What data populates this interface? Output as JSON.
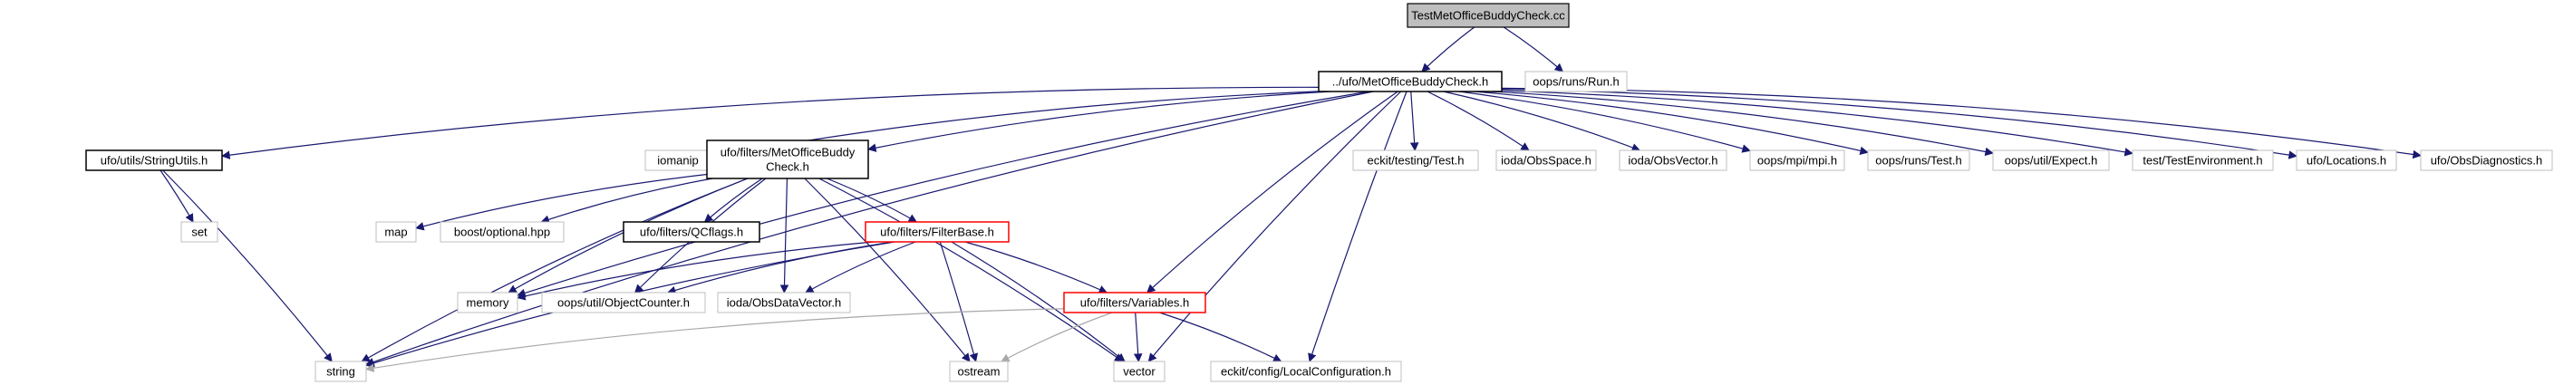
{
  "diagram": {
    "type": "include-dependency-graph",
    "colors": {
      "root_fill": "#bfbfbf",
      "documented_border": "#000000",
      "undocumented_border": "#bfbfbf",
      "truncated_border": "#ff0000",
      "edge": "#191970",
      "edge_muted": "#a9a9a9"
    },
    "nodes": [
      {
        "id": "root",
        "label": "TestMetOfficeBuddyCheck.cc",
        "kind": "root"
      },
      {
        "id": "buddyh",
        "label": "../ufo/MetOfficeBuddyCheck.h",
        "kind": "documented"
      },
      {
        "id": "oopsrun",
        "label": "oops/runs/Run.h",
        "kind": "external"
      },
      {
        "id": "iomanip",
        "label": "iomanip",
        "kind": "external"
      },
      {
        "id": "strutils",
        "label": "ufo/utils/StringUtils.h",
        "kind": "documented"
      },
      {
        "id": "filtersbuddy",
        "label": "ufo/filters/MetOfficeBuddy\nCheck.h",
        "kind": "documented"
      },
      {
        "id": "eckittest",
        "label": "eckit/testing/Test.h",
        "kind": "external"
      },
      {
        "id": "obsspace",
        "label": "ioda/ObsSpace.h",
        "kind": "external"
      },
      {
        "id": "obsvector",
        "label": "ioda/ObsVector.h",
        "kind": "external"
      },
      {
        "id": "mpi",
        "label": "oops/mpi/mpi.h",
        "kind": "external"
      },
      {
        "id": "runstest",
        "label": "oops/runs/Test.h",
        "kind": "external"
      },
      {
        "id": "expect",
        "label": "oops/util/Expect.h",
        "kind": "external"
      },
      {
        "id": "testenv",
        "label": "test/TestEnvironment.h",
        "kind": "external"
      },
      {
        "id": "locations",
        "label": "ufo/Locations.h",
        "kind": "external"
      },
      {
        "id": "obsdiag",
        "label": "ufo/ObsDiagnostics.h",
        "kind": "external"
      },
      {
        "id": "set",
        "label": "set",
        "kind": "external"
      },
      {
        "id": "map",
        "label": "map",
        "kind": "external"
      },
      {
        "id": "boostopt",
        "label": "boost/optional.hpp",
        "kind": "external"
      },
      {
        "id": "qcflags",
        "label": "ufo/filters/QCflags.h",
        "kind": "documented"
      },
      {
        "id": "filterbase",
        "label": "ufo/filters/FilterBase.h",
        "kind": "truncated"
      },
      {
        "id": "memory",
        "label": "memory",
        "kind": "external"
      },
      {
        "id": "objcounter",
        "label": "oops/util/ObjectCounter.h",
        "kind": "external"
      },
      {
        "id": "obsdatavec",
        "label": "ioda/ObsDataVector.h",
        "kind": "external"
      },
      {
        "id": "variables",
        "label": "ufo/filters/Variables.h",
        "kind": "truncated"
      },
      {
        "id": "string",
        "label": "string",
        "kind": "external"
      },
      {
        "id": "ostream",
        "label": "ostream",
        "kind": "external"
      },
      {
        "id": "vector",
        "label": "vector",
        "kind": "external"
      },
      {
        "id": "localconf",
        "label": "eckit/config/LocalConfiguration.h",
        "kind": "external"
      }
    ],
    "edges": [
      [
        "root",
        "buddyh"
      ],
      [
        "root",
        "oopsrun"
      ],
      [
        "buddyh",
        "iomanip"
      ],
      [
        "buddyh",
        "strutils"
      ],
      [
        "buddyh",
        "filtersbuddy"
      ],
      [
        "buddyh",
        "eckittest"
      ],
      [
        "buddyh",
        "obsspace"
      ],
      [
        "buddyh",
        "obsvector"
      ],
      [
        "buddyh",
        "mpi"
      ],
      [
        "buddyh",
        "runstest"
      ],
      [
        "buddyh",
        "expect"
      ],
      [
        "buddyh",
        "testenv"
      ],
      [
        "buddyh",
        "locations"
      ],
      [
        "buddyh",
        "obsdiag"
      ],
      [
        "buddyh",
        "string"
      ],
      [
        "buddyh",
        "memory"
      ],
      [
        "buddyh",
        "variables"
      ],
      [
        "buddyh",
        "vector"
      ],
      [
        "buddyh",
        "localconf"
      ],
      [
        "strutils",
        "set"
      ],
      [
        "strutils",
        "string"
      ],
      [
        "filtersbuddy",
        "map"
      ],
      [
        "filtersbuddy",
        "boostopt"
      ],
      [
        "filtersbuddy",
        "qcflags"
      ],
      [
        "filtersbuddy",
        "filterbase"
      ],
      [
        "filtersbuddy",
        "memory"
      ],
      [
        "filtersbuddy",
        "objcounter"
      ],
      [
        "filtersbuddy",
        "obsdatavec"
      ],
      [
        "filtersbuddy",
        "string"
      ],
      [
        "filtersbuddy",
        "ostream"
      ],
      [
        "filtersbuddy",
        "vector"
      ],
      [
        "filterbase",
        "memory"
      ],
      [
        "filterbase",
        "objcounter"
      ],
      [
        "filterbase",
        "obsdatavec"
      ],
      [
        "filterbase",
        "variables"
      ],
      [
        "filterbase",
        "string"
      ],
      [
        "filterbase",
        "ostream"
      ],
      [
        "filterbase",
        "vector"
      ],
      [
        "variables",
        "string"
      ],
      [
        "variables",
        "ostream"
      ],
      [
        "variables",
        "vector"
      ],
      [
        "variables",
        "localconf"
      ]
    ]
  }
}
